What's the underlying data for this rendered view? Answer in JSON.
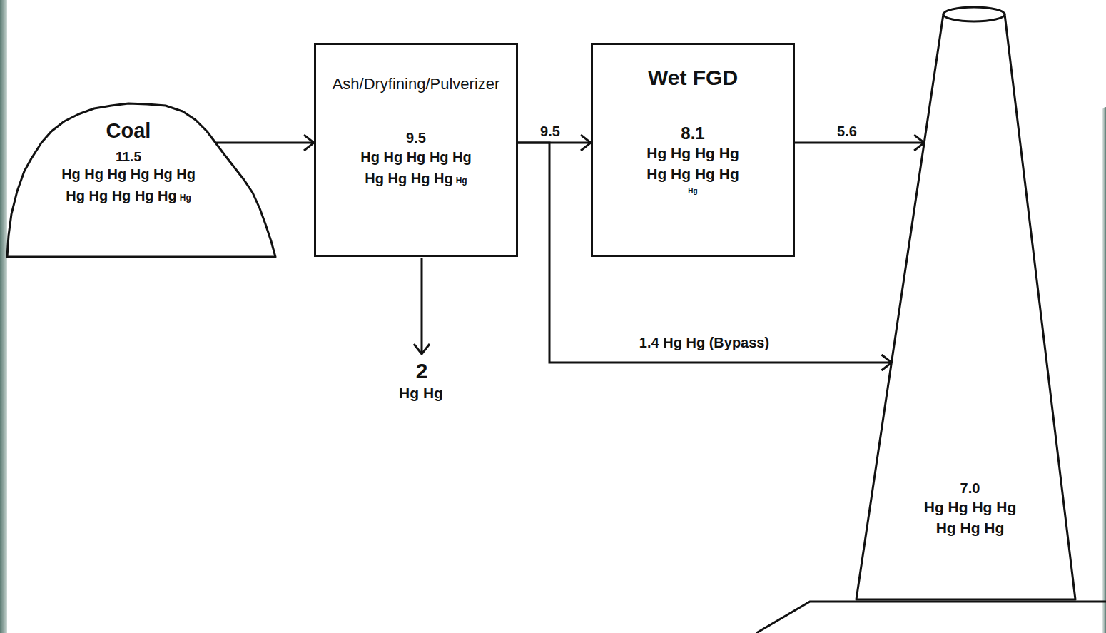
{
  "diagram": {
    "nodes": [
      {
        "text": [
          "Coal",
          "11.5",
          "Hg Hg Hg Hg Hg Hg",
          "Hg Hg Hg Hg Hg",
          "Hg"
        ]
      },
      {
        "text": [
          "Ash/Dryfining/Pulverizer",
          "9.5",
          "Hg Hg Hg Hg Hg",
          "Hg Hg Hg Hg",
          "Hg"
        ]
      },
      {
        "text": [
          "Wet FGD",
          "8.1",
          "Hg Hg Hg Hg",
          "Hg Hg Hg Hg",
          "Hg"
        ]
      },
      {
        "text": [
          "7.0",
          "Hg Hg Hg Hg",
          "Hg Hg Hg"
        ]
      }
    ],
    "edges": [
      {
        "from": 0,
        "to": 1,
        "arrow": "to"
      },
      {
        "from": 1,
        "to": 2,
        "label": "9.5",
        "arrow": "to"
      },
      {
        "from": 1,
        "to": 3,
        "label": "1.4 Hg Hg (Bypass)",
        "arrow": "to"
      },
      {
        "from": 2,
        "to": 3,
        "label": "5.6",
        "arrow": "to"
      }
    ],
    "labels": [
      "2",
      "Hg Hg"
    ]
  }
}
